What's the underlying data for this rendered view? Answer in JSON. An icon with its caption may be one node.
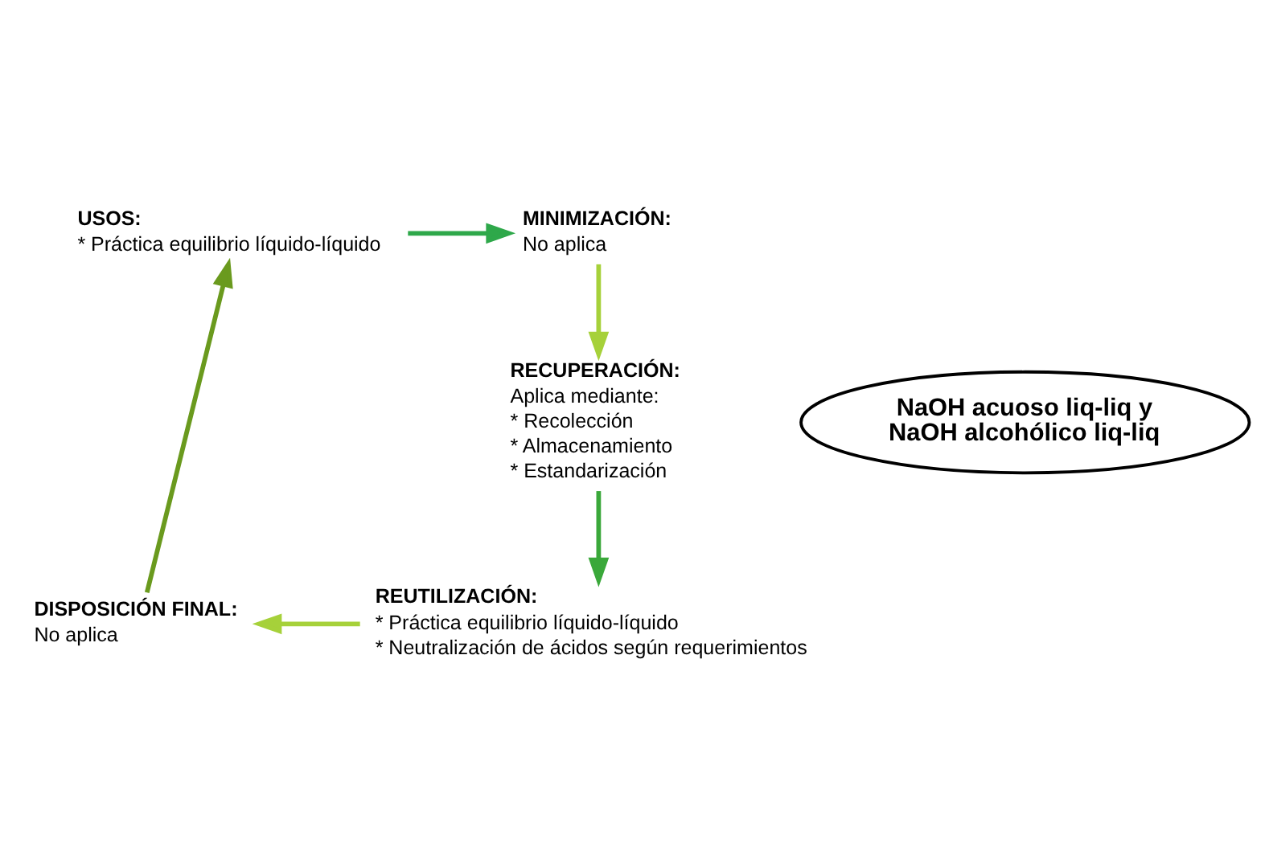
{
  "diagram": {
    "nodes": [
      {
        "text": [
          "USOS:",
          "* Práctica equilibrio líquido-líquido"
        ]
      },
      {
        "text": [
          "MINIMIZACIÓN:",
          "No aplica"
        ]
      },
      {
        "text": [
          "NaOH acuoso liq-liq y NaOH alcohólico liq-liq"
        ]
      },
      {
        "text": [
          "RECUPERACIÓN:",
          "Aplica mediante:",
          "* Recolección",
          "* Almacenamiento",
          "* Estandarización"
        ]
      },
      {
        "text": [
          "DISPOSICIÓN FINAL:",
          "No aplica"
        ]
      },
      {
        "text": [
          "REUTILIZACIÓN:",
          "* Práctica equilibrio líquido-líquido",
          "* Neutralización de ácidos según requerimientos"
        ]
      }
    ],
    "edges": [
      {
        "from": 0,
        "to": 1,
        "arrow": "to",
        "color": "#2ea84a"
      },
      {
        "from": 1,
        "to": 3,
        "arrow": "to",
        "color": "#a6d13a"
      },
      {
        "from": 3,
        "to": 5,
        "arrow": "to",
        "color": "#3aa83a"
      },
      {
        "from": 5,
        "to": 4,
        "arrow": "to",
        "color": "#a6d13a"
      },
      {
        "from": 4,
        "to": 0,
        "arrow": "to",
        "color": "#6a9a1e"
      }
    ]
  }
}
